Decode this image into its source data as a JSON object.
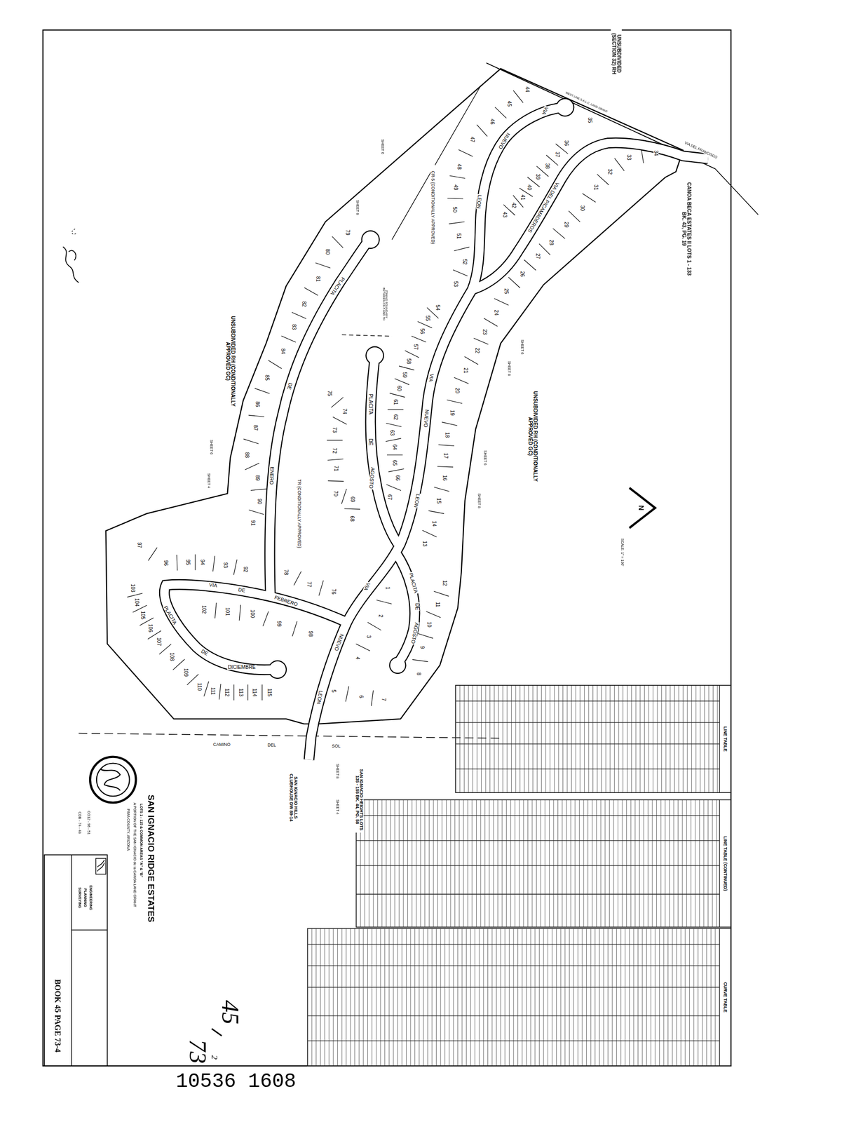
{
  "diagram": {
    "title": "SAN IGNACIO RIDGE ESTATES",
    "labels": [
      "1",
      "2",
      "3",
      "4",
      "5",
      "6",
      "7",
      "8",
      "9",
      "10",
      "11",
      "12",
      "13",
      "14",
      "15",
      "16",
      "17",
      "18",
      "19",
      "20",
      "21",
      "22",
      "23",
      "24",
      "25",
      "26",
      "27",
      "28",
      "29",
      "30",
      "31",
      "32",
      "33",
      "34",
      "35",
      "36",
      "37",
      "38",
      "39",
      "40",
      "41",
      "42",
      "43",
      "44",
      "45",
      "46",
      "47",
      "48",
      "49",
      "50",
      "51",
      "52",
      "53",
      "54",
      "55",
      "56",
      "57",
      "58",
      "59",
      "60",
      "61",
      "62",
      "63",
      "64",
      "65",
      "66",
      "67",
      "68",
      "69",
      "70",
      "71",
      "72",
      "73",
      "74",
      "75",
      "76",
      "77",
      "78",
      "79",
      "80",
      "81",
      "82",
      "83",
      "84",
      "85",
      "86",
      "87",
      "88",
      "89",
      "90",
      "91",
      "92",
      "93",
      "94",
      "95",
      "96",
      "97",
      "98",
      "99",
      "100",
      "101",
      "102",
      "103",
      "104",
      "105",
      "106",
      "107",
      "108",
      "109",
      "110",
      "111",
      "112",
      "113",
      "114",
      "115",
      "VIA",
      "NUEVO",
      "LEON",
      "VIA DEL PICAMADEROS",
      "VIA",
      "NUEVO",
      "LEON",
      "PLACITA",
      "DE",
      "AGOSTO",
      "PLACITA",
      "DE",
      "ENERO",
      "VIA",
      "DE",
      "FEBRERO",
      "PLACITA",
      "DE",
      "AGOSTO",
      "VIA",
      "NUEVO",
      "LEON",
      "PLACITA",
      "DE",
      "DICIEMBRE",
      "CAMINO",
      "DEL",
      "SOL",
      "UNSUBDIVIDED (SECTION 32) RH",
      "CANOA BECA ESTATES II LOTS 1 - 133 BK. 43, PG. 19",
      "VIA DEL FRANCISCO",
      "WEST LINE S.A.L.C. LAND GRANT",
      "CR-5 (CONDITIONALLY APPROVED)",
      "ZONING BOUNDARY BETWEEN CR-5 AND TR",
      "UNSUBDIVIDED RH (CONDITIONALLY APPROVED GC)",
      "UNSUBDIVIDED RH (CONDITIONALLY APPROVED GC)",
      "TR (CONDITIONALLY APPROVED)",
      "SHEET 6",
      "SHEET 8",
      "SHEET 6",
      "SHEET 8",
      "SHEET 6",
      "SHEET 8",
      "SHEET 6",
      "SHEET 4",
      "SHEET 8",
      "SHEET 4",
      "SCALE: 1\" = 100'",
      "SAN IGNACIO HILLS CLUBHOUSE DW 89-14",
      "SAN IGNACIO HEIGHTS LOTS 135 - 155 BK. 44, PG. 58",
      "LINE TABLE",
      "LINE TABLE (CONTINUED)",
      "CURVE TABLE",
      "LOTS 1 - 115 & COMMON AREAS \"A\" & \"B\"",
      "A PORTION OF THE SAN IGNACIO de la CANOA LAND GRANT",
      "PIMA COUNTY, ARIZONA",
      "ENGINEERING",
      "PLANNING",
      "SURVEYING",
      "CO12 - 96 - 51",
      "CDB - 74 - 48",
      "BOOK 45 PAGE 73-4",
      "45",
      "73",
      "2",
      "10536 1608",
      "N"
    ]
  }
}
